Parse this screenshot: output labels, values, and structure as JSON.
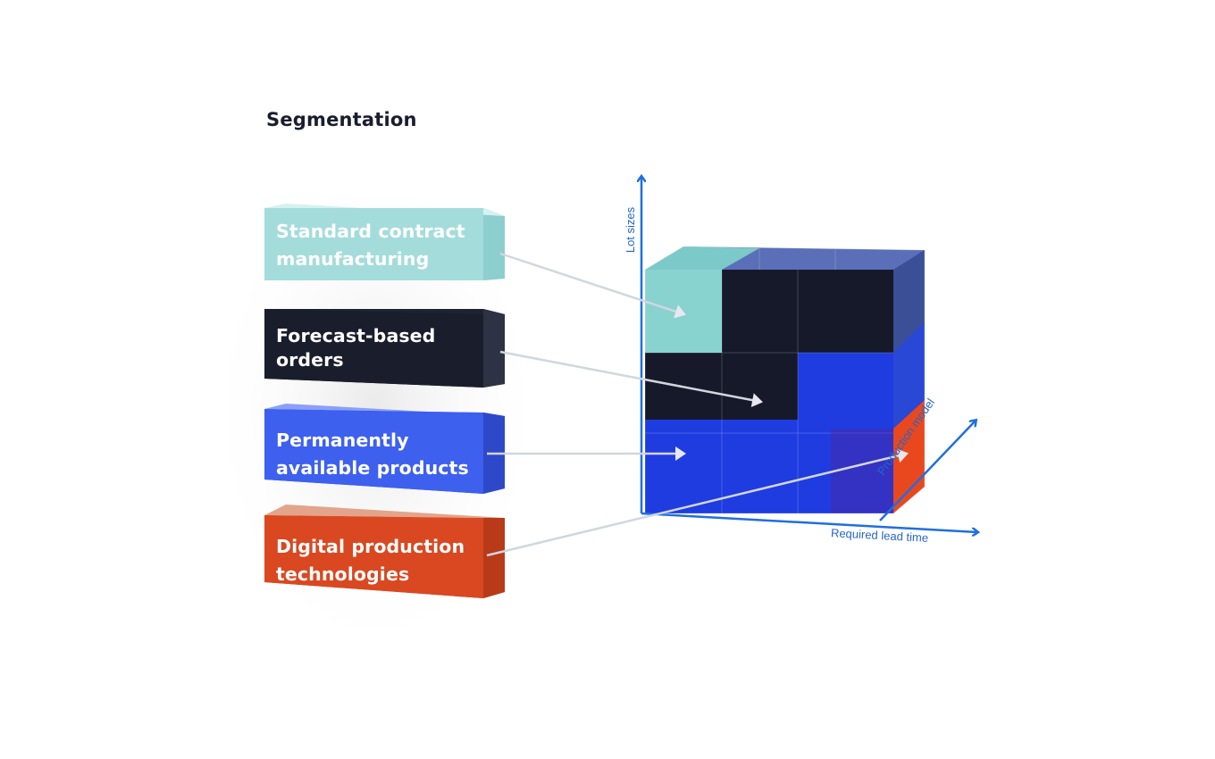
{
  "title": "Segmentation",
  "segments": [
    {
      "line1": "Standard contract",
      "line2": "manufacturing",
      "color": "#9fdedd"
    },
    {
      "line1": "Forecast-based",
      "line2": "orders",
      "color": "#1c2030"
    },
    {
      "line1": "Permanently",
      "line2": "available products",
      "color": "#3a5fea"
    },
    {
      "line1": "Digital production",
      "line2": "technologies",
      "color": "#d9451f"
    }
  ],
  "axes": {
    "y_label": "Lot sizes",
    "x_label": "Required lead time",
    "z_label": "Production model",
    "color": "#1f6fe0"
  }
}
